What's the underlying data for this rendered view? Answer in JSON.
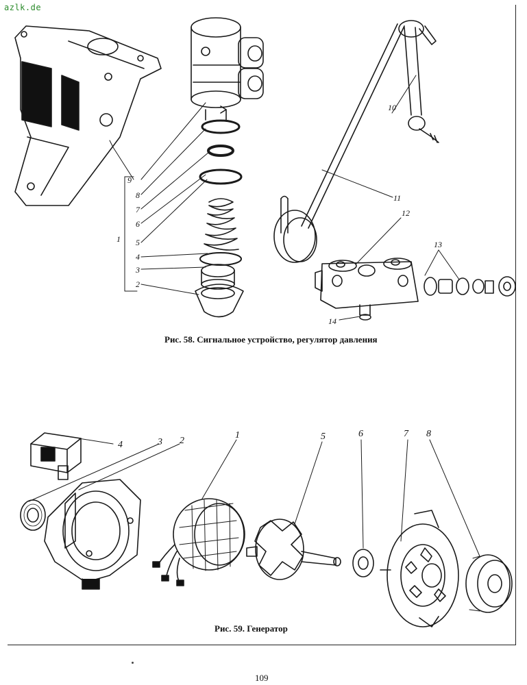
{
  "watermark": "azlk.de",
  "figure58": {
    "caption": "Рис. 58. Сигнальное устройство, регулятор давления",
    "callouts": [
      "1",
      "2",
      "3",
      "4",
      "5",
      "6",
      "7",
      "8",
      "9",
      "10",
      "11",
      "12",
      "13",
      "14"
    ]
  },
  "figure59": {
    "caption": "Рис. 59. Генератор",
    "callouts": [
      "1",
      "2",
      "3",
      "4",
      "5",
      "6",
      "7",
      "8"
    ]
  },
  "page_number": "109"
}
